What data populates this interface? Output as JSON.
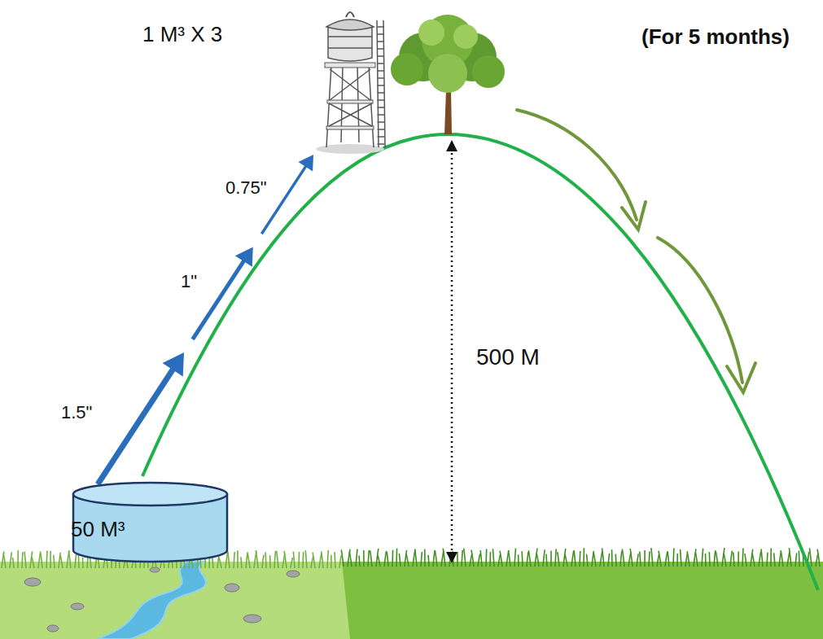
{
  "diagram": {
    "nodes": [
      {
        "text": [
          "50 M³"
        ]
      },
      {
        "text": [
          "1 M³ X 3"
        ]
      }
    ],
    "edges": [
      {
        "from": 0,
        "to": 1,
        "arrow": "to"
      }
    ],
    "labels": [
      "1.5\"",
      "1\"",
      "0.75\"",
      "500 M",
      "(For 5 months)"
    ]
  }
}
